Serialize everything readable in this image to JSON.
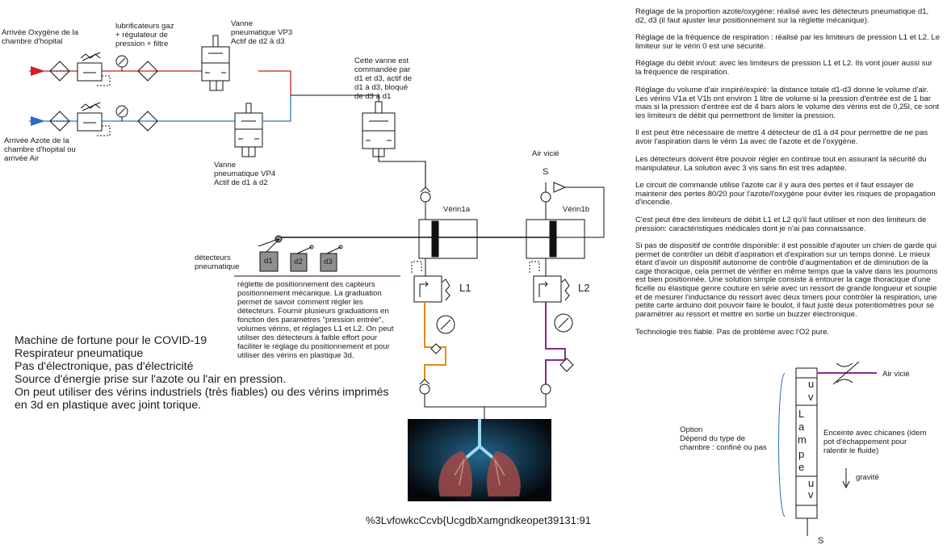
{
  "left_diagram": {
    "arrivee_o2": [
      "Arrivée Oxygène de la",
      "chambre d'hopital"
    ],
    "lubrificateurs": [
      "lubrificateurs gaz",
      "+ régulateur de",
      "pression + filtre"
    ],
    "vanne_vp3": [
      "Vanne",
      "pneumatique VP3",
      "Actif de d2 à d3"
    ],
    "cette_vanne": [
      "Cette vanne est",
      "commandée par",
      "d1 et d3, actif de",
      "d1 à d3, bloqué",
      "de d3 à d1"
    ],
    "arrivee_n2": [
      "Arrivée Azote de la",
      "chambre d'hopital ou",
      "arrivée Air"
    ],
    "vanne_vp4": [
      "Vanne",
      "pneumatique VP4",
      "Actif de d1 à d2"
    ],
    "air_vicie": "Air vicié",
    "s_label": "S",
    "verin1a": "Vérin1a",
    "verin1b": "Vérin1b",
    "detecteurs": [
      "détecteurs",
      "pneumatique"
    ],
    "d1": "d1",
    "d2": "d2",
    "d3": "d3",
    "l1": "L1",
    "l2": "L2",
    "reglette": [
      "réglette de positionnement des capteurs",
      "positionnement mécanique. La graduation",
      "permet de savoir comment régler les",
      "détecteurs. Fournir plusieurs graduations en",
      "fonction des paramètres \"pression entrée\",",
      "volumes vérins, et réglages L1 et L2. On peut",
      "utiliser des détecteurs à faible effort pour",
      "faciliter le réglage du positionnement et pour",
      "utiliser des vérins en plastique 3d."
    ]
  },
  "summary_lines": [
    "Machine de fortune pour le COVID-19",
    "Respirateur pneumatique",
    "Pas d'électronique, pas d'électricité",
    "Source d'énergie prise sur l'azote ou l'air en pression.",
    "On peut utiliser des vérins industriels (très fiables) ou des vérins imprimés",
    "en 3d en plastique avec joint torique."
  ],
  "footer_code": "%3LvfowkcCcvb{UcgdbXamgndkeopet39131:91",
  "notes": [
    "Réglage de la proportion azote/oxygène: réalisé avec les détecteurs pneumatique d1, d2, d3 (il faut ajuster leur positionnement sur la réglette mécanique).",
    "Réglage de la fréquence de respiration : réalisé par les limiteurs de pression L1 et L2. Le limiteur sur le vérin 0 est une sécurité.",
    "Réglage du débit in/out: avec les limiteurs de pression L1 et L2. Ils vont jouer aussi sur la fréquence de respiration.",
    "Réglage du volume d'air inspiré/expiré: la distance totale d1-d3 donne le volume d'air. Les vérins V1a et V1b ont environ 1 litre de volume si la pression d'entrée est de 1 bar mais si la pression d'entrée est de 4 bars alors le volume des vérins est de 0,25l, ce sont les limiteurs de débit qui permettront de limiter la pression.",
    "Il est peut être nécessaire de mettre 4 détecteur de d1 à d4 pour permettre de ne pas avoir l'aspiration dans le vérin 1a avec de l'azote et de l'oxygène.",
    "Les détecteurs doivent être pouvoir régler en continue tout en assurant la sécurité du manipulateur. La solution avec 3 vis sans fin est très adaptée.",
    "Le circuit de commande utilise l'azote car il y aura des pertes et il faut essayer de maintenir des pertes 80/20 pour l'azote/l'oxygène pour éviter les risques de propagation d'incendie.",
    "C'est peut être des limiteurs de débit L1 et L2 qu'il faut utiliser et non des limiteurs de pression: caractéristiques médicales dont je n'ai pas connaissance.",
    "Si pas de dispositif de contrôle disponible: il est possible d'ajouter un chien de garde qui permet de contrôler un débit d'aspiration et d'expiration sur un temps donné. Le mieux étant d'avoir un dispositif autonome de contrôle d'augmentation et de diminution de la cage thoracique, cela permet de vérifier en même temps que la valve dans les poumons est bien positionnée. Une solution simple consiste à entourer la cage thoracique d'une ficelle ou élastique genre couture en série avec un ressort de grande longueur et souple et de mesurer l'inductance du ressort avec deux timers pour contrôler la respiration, une petite carte arduino doit pouvoir faire le boulot, il faut juste deux potentiomètres pour se paramétrer au ressort et mettre en sortie un buzzer électronique.",
    "Technologie très fiable. Pas de problème avec l'O2 pure."
  ],
  "option_diagram": {
    "option": [
      "Option",
      "Dépend du type de",
      "chambre : confiné ou pas"
    ],
    "air_vicie": "Air vicié",
    "enceinte": [
      "Enceinte avec chicanes (idem",
      "pot d'échappement pour",
      "ralentir le fluide)"
    ],
    "gravite": "gravité",
    "uv_top": [
      "u",
      "v"
    ],
    "lampe": [
      "L",
      "a",
      "m",
      "p",
      "e"
    ],
    "uv_bottom": [
      "u",
      "v"
    ],
    "s_bottom": "S"
  },
  "colors": {
    "oxygen_line": "#cc2222",
    "nitrogen_line": "#2f78c6",
    "orange_line": "#e8871e",
    "purple_line": "#8a2a8a"
  },
  "icons": [
    "lungs-image",
    "pressure-gauge-icon",
    "filter-icon",
    "check-valve-icon",
    "throttle-icon",
    "spring-valve-icon"
  ]
}
